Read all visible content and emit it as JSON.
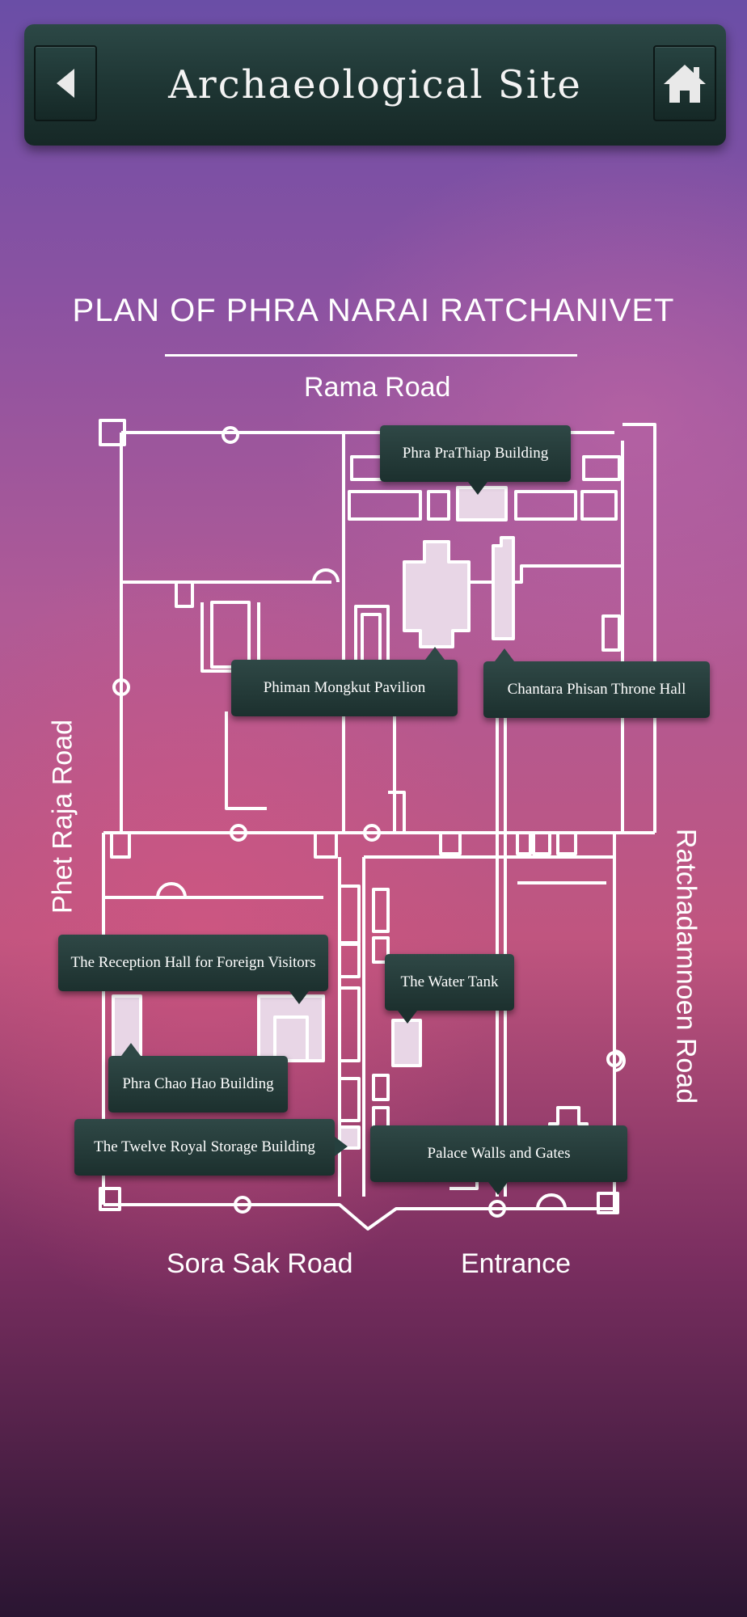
{
  "header": {
    "title": "Archaeological Site",
    "back_icon": "back-arrow-icon",
    "home_icon": "home-icon"
  },
  "plan": {
    "title": "PLAN OF PHRA NARAI RATCHANIVET",
    "roads": {
      "top": "Rama Road",
      "left": "Phet Raja Road",
      "right": "Ratchadamnoen Road",
      "bottom": "Sora Sak Road",
      "entrance": "Entrance"
    },
    "buildings": [
      "Phra PraThiap  Building",
      "Phiman Mongkut Pavilion",
      "Chantara Phisan Throne Hall",
      "The Reception Hall for Foreign Visitors",
      "The Water Tank",
      "Phra Chao Hao Building",
      "The Twelve Royal Storage Building",
      "Palace Walls and Gates"
    ]
  },
  "colors": {
    "header_bg": "#1d3432",
    "map_lines": "#ffffff",
    "highlight_fill": "#e8d6e6"
  }
}
